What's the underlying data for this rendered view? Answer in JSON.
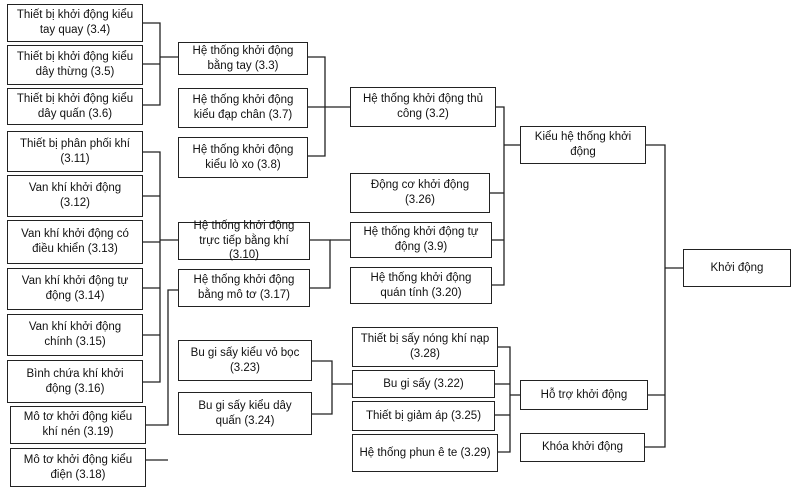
{
  "nodes": [
    {
      "id": "n3_4",
      "text": "Thiết bị khởi động kiểu tay quay (3.4)"
    },
    {
      "id": "n3_5",
      "text": "Thiết bị khởi động kiểu dây thừng (3.5)"
    },
    {
      "id": "n3_6",
      "text": "Thiết bị khởi động kiểu dây quấn (3.6)"
    },
    {
      "id": "n3_11",
      "text": "Thiết bị phân phối khí (3.11)"
    },
    {
      "id": "n3_12",
      "text": "Van khí khởi động (3.12)"
    },
    {
      "id": "n3_13",
      "text": "Van khí khởi động có điều khiển (3.13)"
    },
    {
      "id": "n3_14",
      "text": "Van khí khởi động tự động (3.14)"
    },
    {
      "id": "n3_15",
      "text": "Van khí khởi động chính (3.15)"
    },
    {
      "id": "n3_16",
      "text": "Bình chứa khí khởi động (3.16)"
    },
    {
      "id": "n3_19",
      "text": "Mô tơ khởi động kiểu khí nén (3.19)"
    },
    {
      "id": "n3_18",
      "text": "Mô tơ khởi động kiểu điện (3.18)"
    },
    {
      "id": "n3_3",
      "text": "Hệ thống khởi động bằng tay (3.3)"
    },
    {
      "id": "n3_7",
      "text": "Hệ thống khởi động kiểu đạp chân (3.7)"
    },
    {
      "id": "n3_8",
      "text": "Hệ thống khởi động kiểu lò xo (3.8)"
    },
    {
      "id": "n3_10",
      "text": "Hệ thống khởi động trực tiếp bằng khí (3.10)"
    },
    {
      "id": "n3_17",
      "text": "Hệ thống khởi động bằng mô tơ (3.17)"
    },
    {
      "id": "n3_23",
      "text": "Bu gi sấy kiểu vỏ bọc (3.23)"
    },
    {
      "id": "n3_24",
      "text": "Bu gi sấy kiểu dây quấn (3.24)"
    },
    {
      "id": "n3_2",
      "text": "Hệ thống khởi động thủ công (3.2)"
    },
    {
      "id": "n3_26",
      "text": "Động cơ khởi động (3.26)"
    },
    {
      "id": "n3_9",
      "text": "Hệ thống khởi động tự động (3.9)"
    },
    {
      "id": "n3_20",
      "text": "Hệ thống khởi động quán tính (3.20)"
    },
    {
      "id": "n3_28",
      "text": "Thiết bị sấy nóng khí nạp (3.28)"
    },
    {
      "id": "n3_22",
      "text": "Bu gi sấy (3.22)"
    },
    {
      "id": "n3_25",
      "text": "Thiết bị giảm áp (3.25)"
    },
    {
      "id": "n3_29",
      "text": "Hệ thống phun ê te (3.29)"
    },
    {
      "id": "kieu",
      "text": "Kiểu hệ thống khởi động"
    },
    {
      "id": "hotro",
      "text": "Hỗ trợ khởi động"
    },
    {
      "id": "khoa",
      "text": "Khóa khởi động"
    },
    {
      "id": "root",
      "text": "Khởi động"
    }
  ]
}
